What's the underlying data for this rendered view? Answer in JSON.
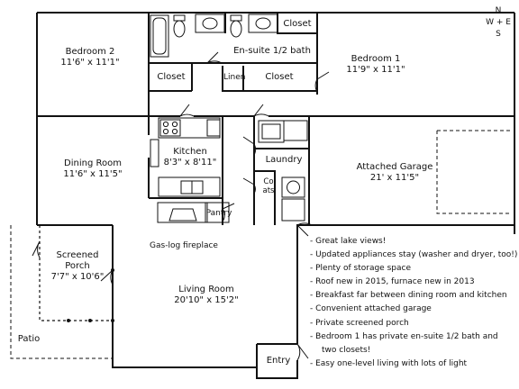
{
  "compass": {
    "north": "N",
    "west_east": "W + E",
    "south": "S"
  },
  "rooms": {
    "bedroom2": {
      "name": "Bedroom 2",
      "dims": "11'6\" x 11'1\""
    },
    "bedroom1": {
      "name": "Bedroom 1",
      "dims": "11'9\" x 11'1\""
    },
    "ensuite": {
      "name": "En-suite 1/2 bath"
    },
    "closet_bed2": {
      "name": "Closet"
    },
    "closet_top": {
      "name": "Closet"
    },
    "closet_bed1": {
      "name": "Closet"
    },
    "linen": {
      "name": "Linen"
    },
    "dining": {
      "name": "Dining Room",
      "dims": "11'6\" x 11'5\""
    },
    "kitchen": {
      "name": "Kitchen",
      "dims": "8'3\" x 8'11\""
    },
    "laundry": {
      "name": "Laundry"
    },
    "coats": {
      "name": "Coats"
    },
    "garage": {
      "name": "Attached Garage",
      "dims": "21' x 11'5\""
    },
    "pantry": {
      "name": "Pantry"
    },
    "fireplace": {
      "name": "Gas-log fireplace"
    },
    "porch": {
      "name": "Screened Porch",
      "dims": "7'7\" x 10'6\""
    },
    "living": {
      "name": "Living Room",
      "dims": "20'10\" x 15'2\""
    },
    "patio": {
      "name": "Patio"
    },
    "entry": {
      "name": "Entry"
    }
  },
  "features": [
    "- Great lake views!",
    "- Updated appliances stay (washer and dryer, too!)",
    "- Plenty of storage space",
    "- Roof new in 2015, furnace new in 2013",
    "- Breakfast far between dining room and kitchen",
    "- Convenient attached garage",
    "- Private screened porch",
    "- Bedroom 1 has private en-suite 1/2 bath and",
    "two closets!",
    "- Easy one-level living with lots of light"
  ]
}
